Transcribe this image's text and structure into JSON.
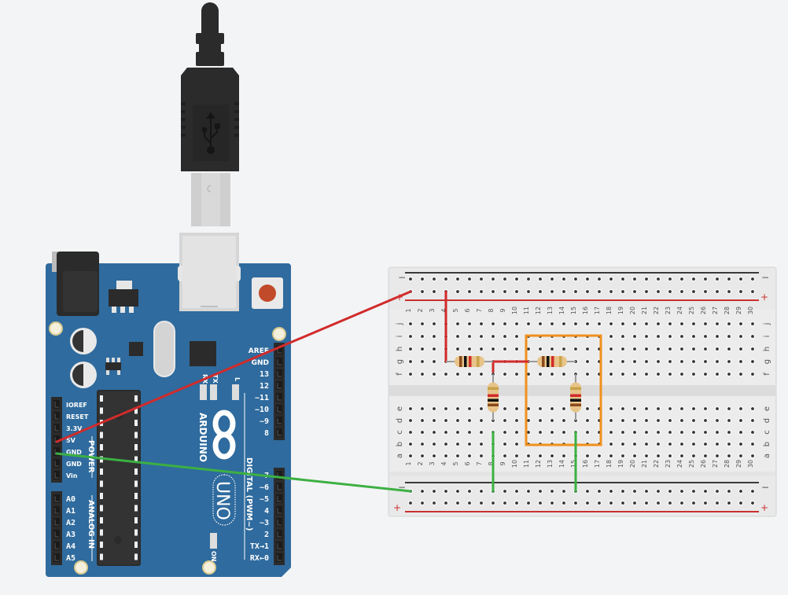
{
  "usb_cable": {
    "icon": "usb-icon"
  },
  "arduino": {
    "brand": "ARDUINO",
    "model": "UNO",
    "color": "#2f6b9e",
    "power_header": {
      "group_label": "POWER",
      "pins": [
        "IOREF",
        "RESET",
        "3.3V",
        "5V",
        "GND",
        "GND",
        "Vin"
      ]
    },
    "analog_header": {
      "group_label": "ANALOG IN",
      "pins": [
        "A0",
        "A1",
        "A2",
        "A3",
        "A4",
        "A5"
      ]
    },
    "digital_header": {
      "group_label": "DIGITAL (PWM~)",
      "pins_upper": [
        "AREF",
        "GND",
        "13",
        "12",
        "~11",
        "~10",
        "~9",
        "8"
      ],
      "pins_lower": [
        "7",
        "~6",
        "~5",
        "4",
        "~3",
        "2",
        "TX→1",
        "RX←0"
      ]
    },
    "leds": {
      "tx": "TX",
      "rx": "RX",
      "l": "L",
      "on": "ON"
    }
  },
  "breadboard": {
    "columns": 30,
    "rows_top": [
      "j",
      "i",
      "h",
      "g",
      "f"
    ],
    "rows_bottom": [
      "e",
      "d",
      "c",
      "b",
      "a"
    ],
    "rail_minus": "−",
    "rail_plus": "+",
    "colors": {
      "rail_plus": "#c8312f",
      "rail_minus": "#333333"
    }
  },
  "components": {
    "resistors": [
      {
        "id": "R1",
        "orientation": "horizontal",
        "row": "g",
        "from_col": 4,
        "to_col": 8,
        "bands": [
          "#8b4a1c",
          "#111111",
          "#d12b2b",
          "#c9a24a"
        ]
      },
      {
        "id": "R2",
        "orientation": "horizontal",
        "row": "g",
        "from_col": 11,
        "to_col": 15,
        "bands": [
          "#8b4a1c",
          "#111111",
          "#d12b2b",
          "#c9a24a"
        ]
      },
      {
        "id": "R3",
        "orientation": "vertical",
        "col": 8,
        "from_row": "f",
        "to_row": "d",
        "bands": [
          "#d12b2b",
          "#111111",
          "#8b4a1c",
          "#c9a24a"
        ]
      },
      {
        "id": "R4",
        "orientation": "vertical",
        "col": 15,
        "from_row": "f",
        "to_row": "d",
        "bands": [
          "#d12b2b",
          "#111111",
          "#8b4a1c",
          "#c9a24a"
        ]
      }
    ],
    "wires": [
      {
        "id": "w-5v",
        "color": "#d12b2b",
        "from": "Arduino 5V",
        "to": "breadboard top + rail col 1"
      },
      {
        "id": "w-gnd",
        "color": "#3cb043",
        "from": "Arduino GND",
        "to": "breadboard bottom − rail col 1"
      },
      {
        "id": "w-rail-r1",
        "color": "#d12b2b",
        "from": "top + rail col 4",
        "to": "g4"
      },
      {
        "id": "w-r1-r2",
        "color": "#d12b2b",
        "from": "g8",
        "to": "g11"
      },
      {
        "id": "w-r3-gnd",
        "color": "#3cb043",
        "from": "c8",
        "to": "bottom − rail col 8"
      },
      {
        "id": "w-r4-gnd",
        "color": "#3cb043",
        "from": "c15",
        "to": "bottom − rail col 15"
      }
    ],
    "highlight": {
      "color": "#f0901e",
      "cols": [
        11,
        17
      ],
      "rows": [
        "i",
        "b"
      ]
    }
  }
}
